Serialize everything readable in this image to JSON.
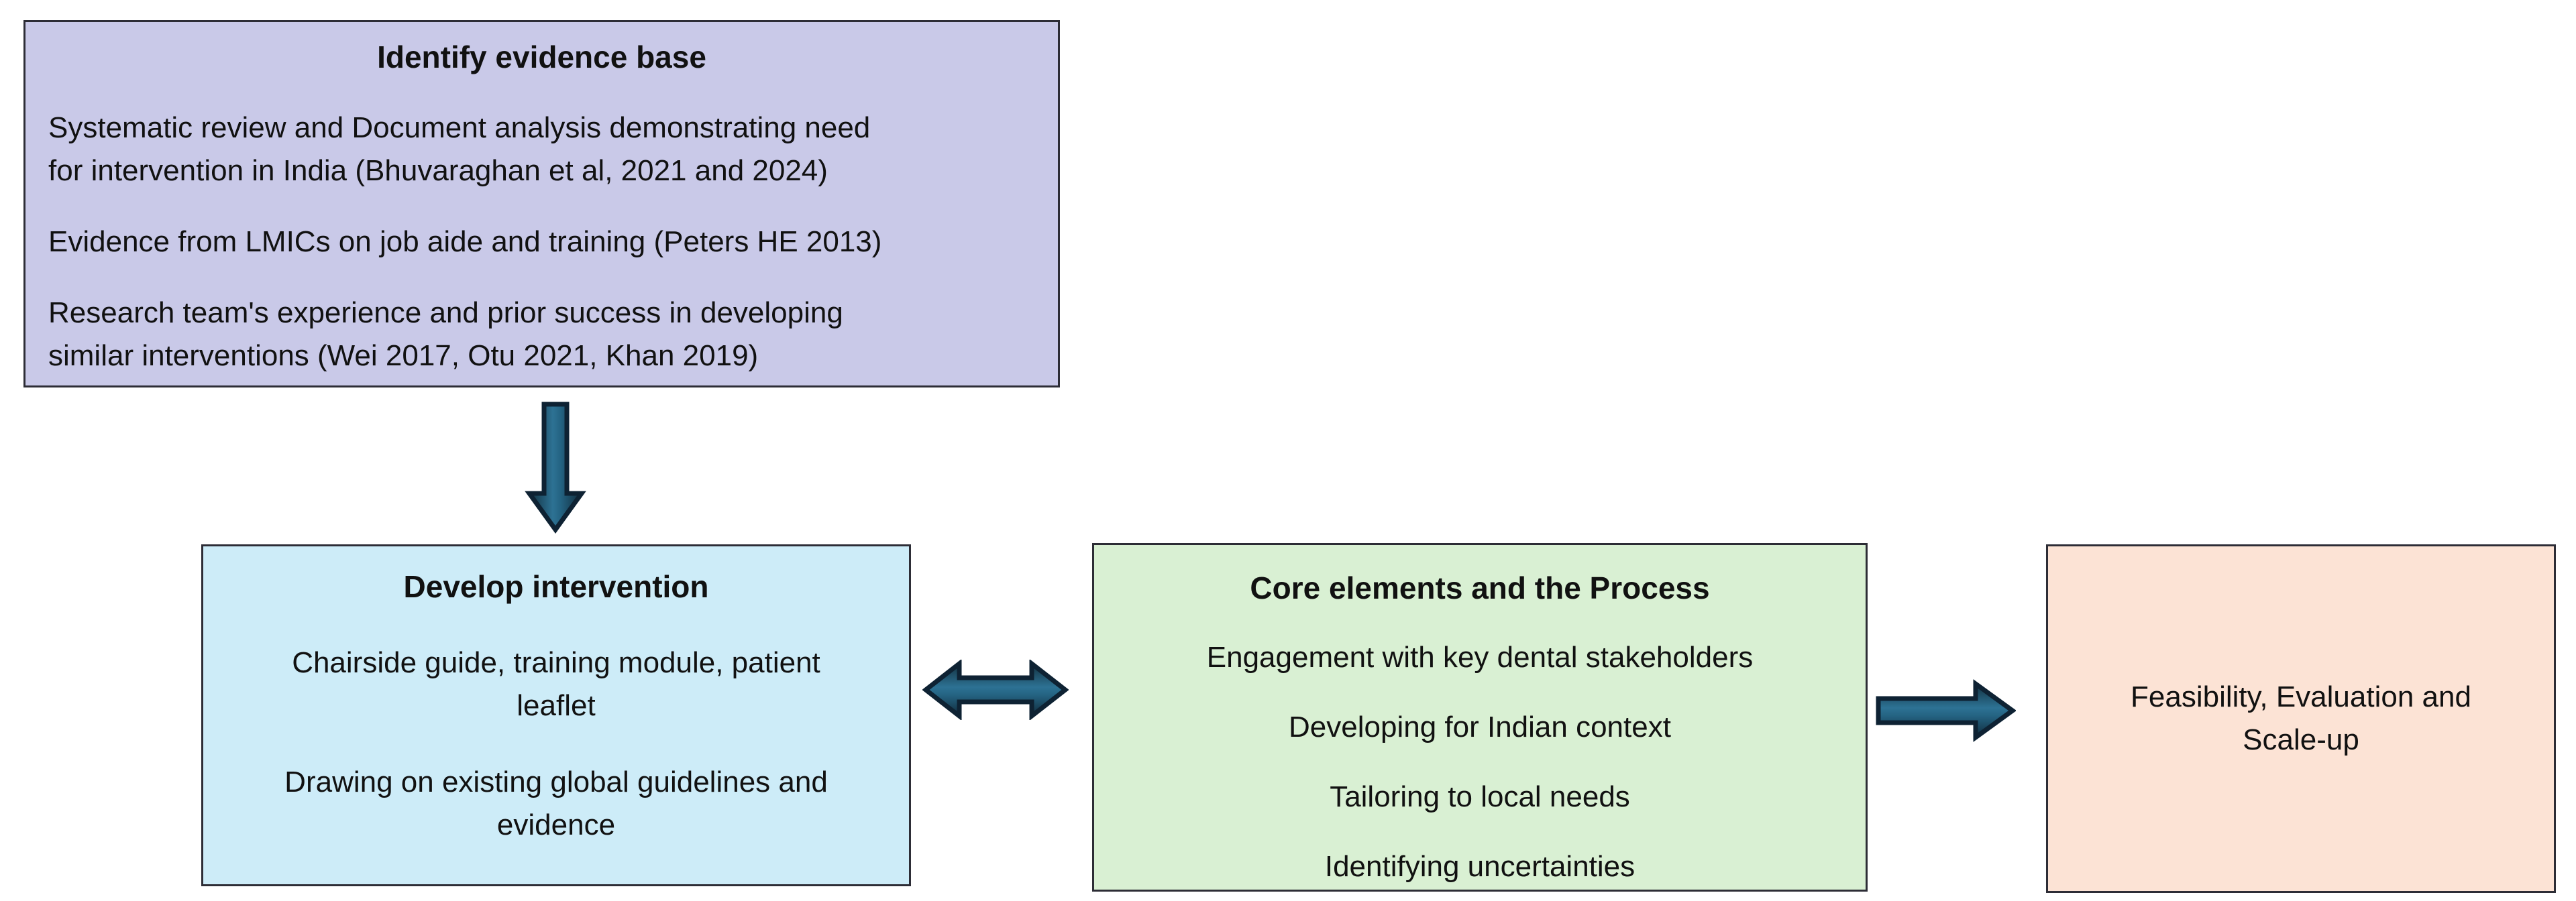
{
  "diagram": {
    "background_color": "#ffffff",
    "text_color": "#111111",
    "arrow_fill_color": "#1f5f80",
    "arrow_outline_color": "#0e2233",
    "box_border_color": "#2d2d36",
    "boxes": {
      "evidence": {
        "title": "Identify evidence base",
        "bg_color": "#c9c9e8",
        "paragraphs": [
          [
            "Systematic review and Document analysis demonstrating need",
            "for intervention in India (Bhuvaraghan et al, 2021 and 2024)"
          ],
          [
            "Evidence from LMICs on job aide and training (Peters HE 2013)"
          ],
          [
            "Research team's experience and prior success in developing",
            "similar interventions (Wei 2017, Otu 2021, Khan 2019)"
          ]
        ]
      },
      "develop": {
        "title": "Develop intervention",
        "bg_color": "#cdecf8",
        "paragraphs": [
          [
            "Chairside guide, training module, patient",
            "leaflet"
          ],
          [
            "Drawing on existing global guidelines and",
            "evidence"
          ]
        ]
      },
      "core": {
        "title": "Core elements and the Process",
        "bg_color": "#d9f0d3",
        "items": [
          "Engagement with key dental stakeholders",
          "Developing for Indian context",
          "Tailoring to local needs",
          "Identifying uncertainties"
        ]
      },
      "feasibility": {
        "title": [
          "Feasibility, Evaluation and",
          "Scale-up"
        ],
        "bg_color": "#fce3d5"
      }
    },
    "arrows": [
      {
        "name": "evidence-to-develop",
        "direction": "down"
      },
      {
        "name": "develop-core-bidirectional",
        "direction": "left-right"
      },
      {
        "name": "core-to-feasibility",
        "direction": "right"
      }
    ]
  }
}
